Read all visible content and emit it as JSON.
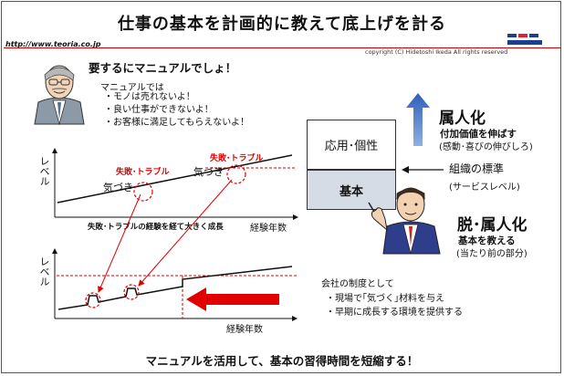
{
  "header": {
    "title": "仕事の基本を計画的に教えて底上げを計る",
    "url": "http://www.teoria.co.jp",
    "copyright": "copyright (C)  Hidetoshi Ikeda All rights reserved"
  },
  "manual_section": {
    "heading": "要するにマニュアルでしょ！",
    "intro": "マニュアルでは",
    "bullets": [
      "・モノは売れないよ！",
      "・良い仕事ができないよ！",
      "・お客様に満足してもらえないよ！"
    ]
  },
  "top_graph": {
    "y_label": "レベル",
    "x_label": "経験年数",
    "annotation_trouble_1": "失敗･トラブル",
    "annotation_trouble_2": "失敗･トラブル",
    "annotation_notice_1": "気づき",
    "annotation_notice_2": "気づき",
    "caption": "失敗･トラブルの経験を経て大きく成長"
  },
  "bottom_graph": {
    "y_label": "レベル",
    "x_label": "経験年数"
  },
  "skill_boxes": {
    "applied": "応用･個性",
    "basic": "基本"
  },
  "right_panel": {
    "individualize_title": "属人化",
    "individualize_sub": "付加価値を伸ばす",
    "individualize_note": "(感動･喜びの伸びしろ)",
    "org_standard": "組織の標準",
    "service_level": "(サービスレベル)",
    "deindividualize_title": "脱･属人化",
    "deindividualize_sub": "基本を教える",
    "deindividualize_note": "(当たり前の部分)"
  },
  "company_system": {
    "intro": "会社の制度として",
    "bullets": [
      "・現場で｢気づく｣材料を与え",
      "・早期に成長する環境を提供する"
    ]
  },
  "footer": {
    "message": "マニュアルを活用して、基本の習得時間を短縮する！"
  },
  "colors": {
    "accent_red": "#e00000",
    "arrow_blue": "#3a6fc4",
    "box_fill": "#d6dce5"
  }
}
